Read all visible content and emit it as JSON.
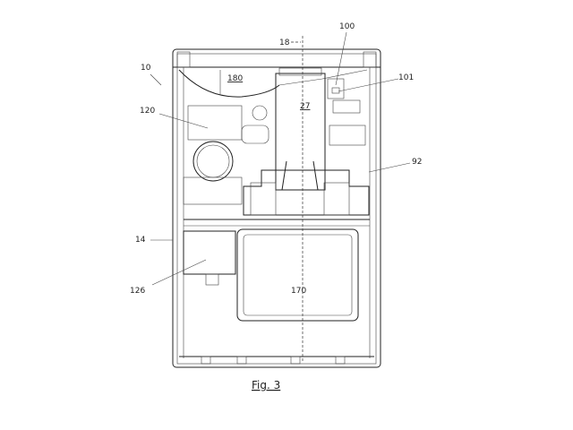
{
  "figure": {
    "caption": "Fig. 3",
    "labels": {
      "device": "10",
      "axis": "18",
      "top_component": "100",
      "sub_component": "101",
      "upper_chamber": "180",
      "left_assembly": "120",
      "canister": "27",
      "side_part": "92",
      "housing": "14",
      "lower_block": "126",
      "tank": "170"
    }
  }
}
